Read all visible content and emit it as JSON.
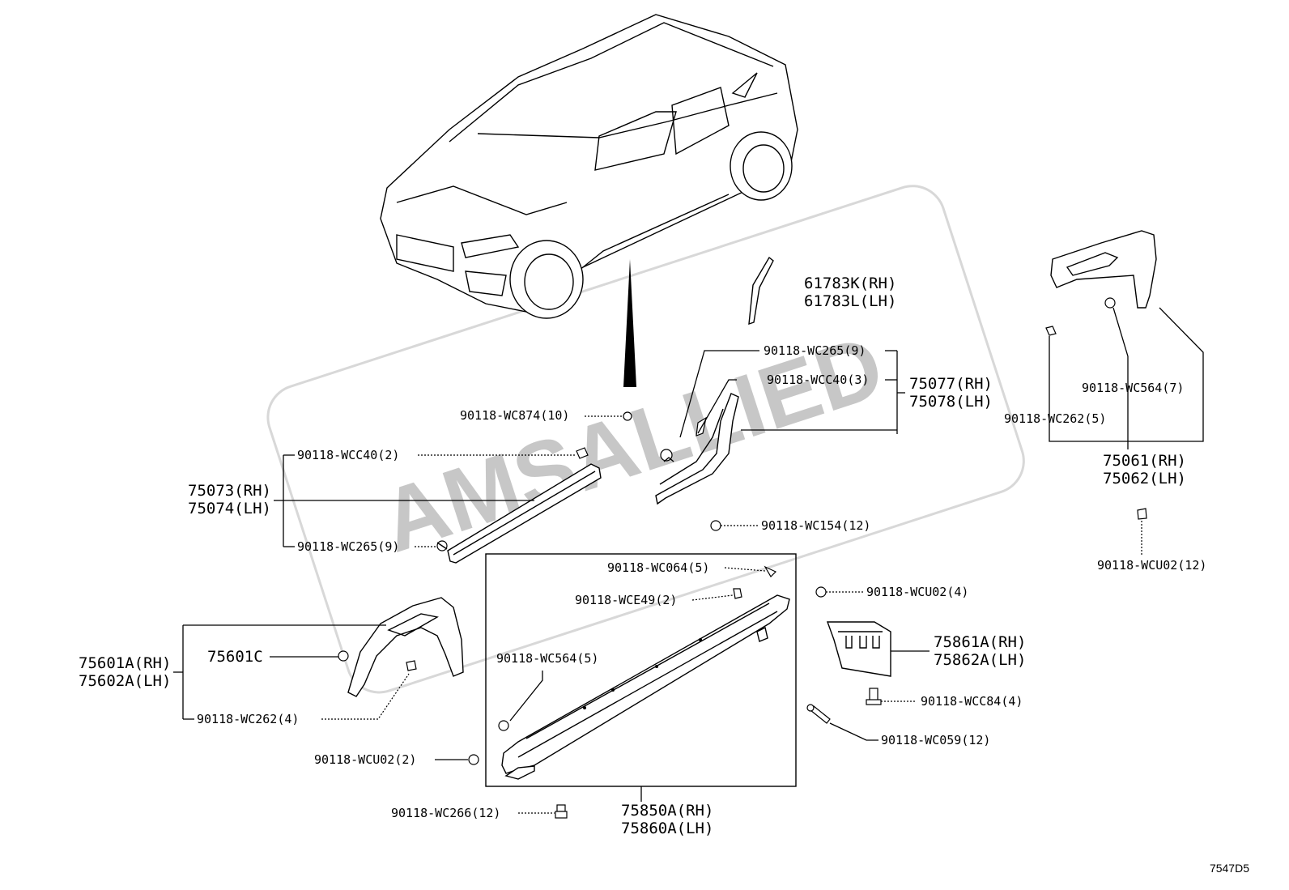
{
  "watermark": "AMSALLIED",
  "diagram_ref": "7547D5",
  "callouts": {
    "p61783k": "61783K(RH)",
    "p61783l": "61783L(LH)",
    "wc265_9_top": "90118-WC265(9)",
    "wcc40_3": "90118-WCC40(3)",
    "p75077": "75077(RH)",
    "p75078": "75078(LH)",
    "wc874_10": "90118-WC874(10)",
    "wcc40_2": "90118-WCC40(2)",
    "p75073": "75073(RH)",
    "p75074": "75074(LH)",
    "wc265_9_left": "90118-WC265(9)",
    "wc154_12": "90118-WC154(12)",
    "wc564_7": "90118-WC564(7)",
    "wc262_5": "90118-WC262(5)",
    "p75061": "75061(RH)",
    "p75062": "75062(LH)",
    "wcu02_12": "90118-WCU02(12)",
    "wc064_5": "90118-WC064(5)",
    "wce49_2": "90118-WCE49(2)",
    "wcu02_4": "90118-WCU02(4)",
    "p75601a": "75601A(RH)",
    "p75602a": "75602A(LH)",
    "p75601c": "75601C",
    "wc262_4": "90118-WC262(4)",
    "wc564_5": "90118-WC564(5)",
    "p75861a": "75861A(RH)",
    "p75862a": "75862A(LH)",
    "wcc84_4": "90118-WCC84(4)",
    "wc059_12": "90118-WC059(12)",
    "wcu02_2": "90118-WCU02(2)",
    "wc266_12": "90118-WC266(12)",
    "p75850a": "75850A(RH)",
    "p75860a": "75860A(LH)"
  }
}
